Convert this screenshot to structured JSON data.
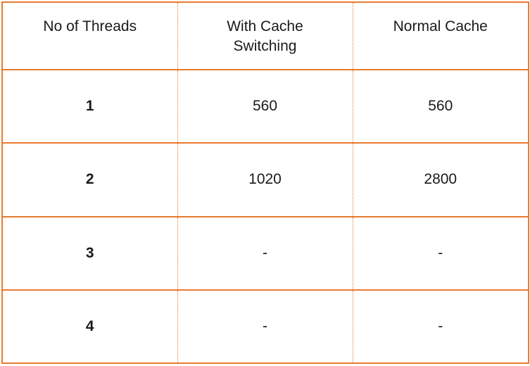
{
  "table": {
    "headers": [
      "No of Threads",
      "With Cache\nSwitching",
      "Normal Cache"
    ],
    "header_lines": {
      "col1": "No of Threads",
      "col2_line1": "With Cache",
      "col2_line2": "Switching",
      "col3": "Normal Cache"
    },
    "rows": [
      {
        "threads": "1",
        "with_cache_switching": "560",
        "normal_cache": "560"
      },
      {
        "threads": "2",
        "with_cache_switching": "1020",
        "normal_cache": "2800"
      },
      {
        "threads": "3",
        "with_cache_switching": "-",
        "normal_cache": "-"
      },
      {
        "threads": "4",
        "with_cache_switching": "-",
        "normal_cache": "-"
      }
    ]
  },
  "colors": {
    "border": "#e87a2e",
    "text": "#1a1a1a"
  }
}
